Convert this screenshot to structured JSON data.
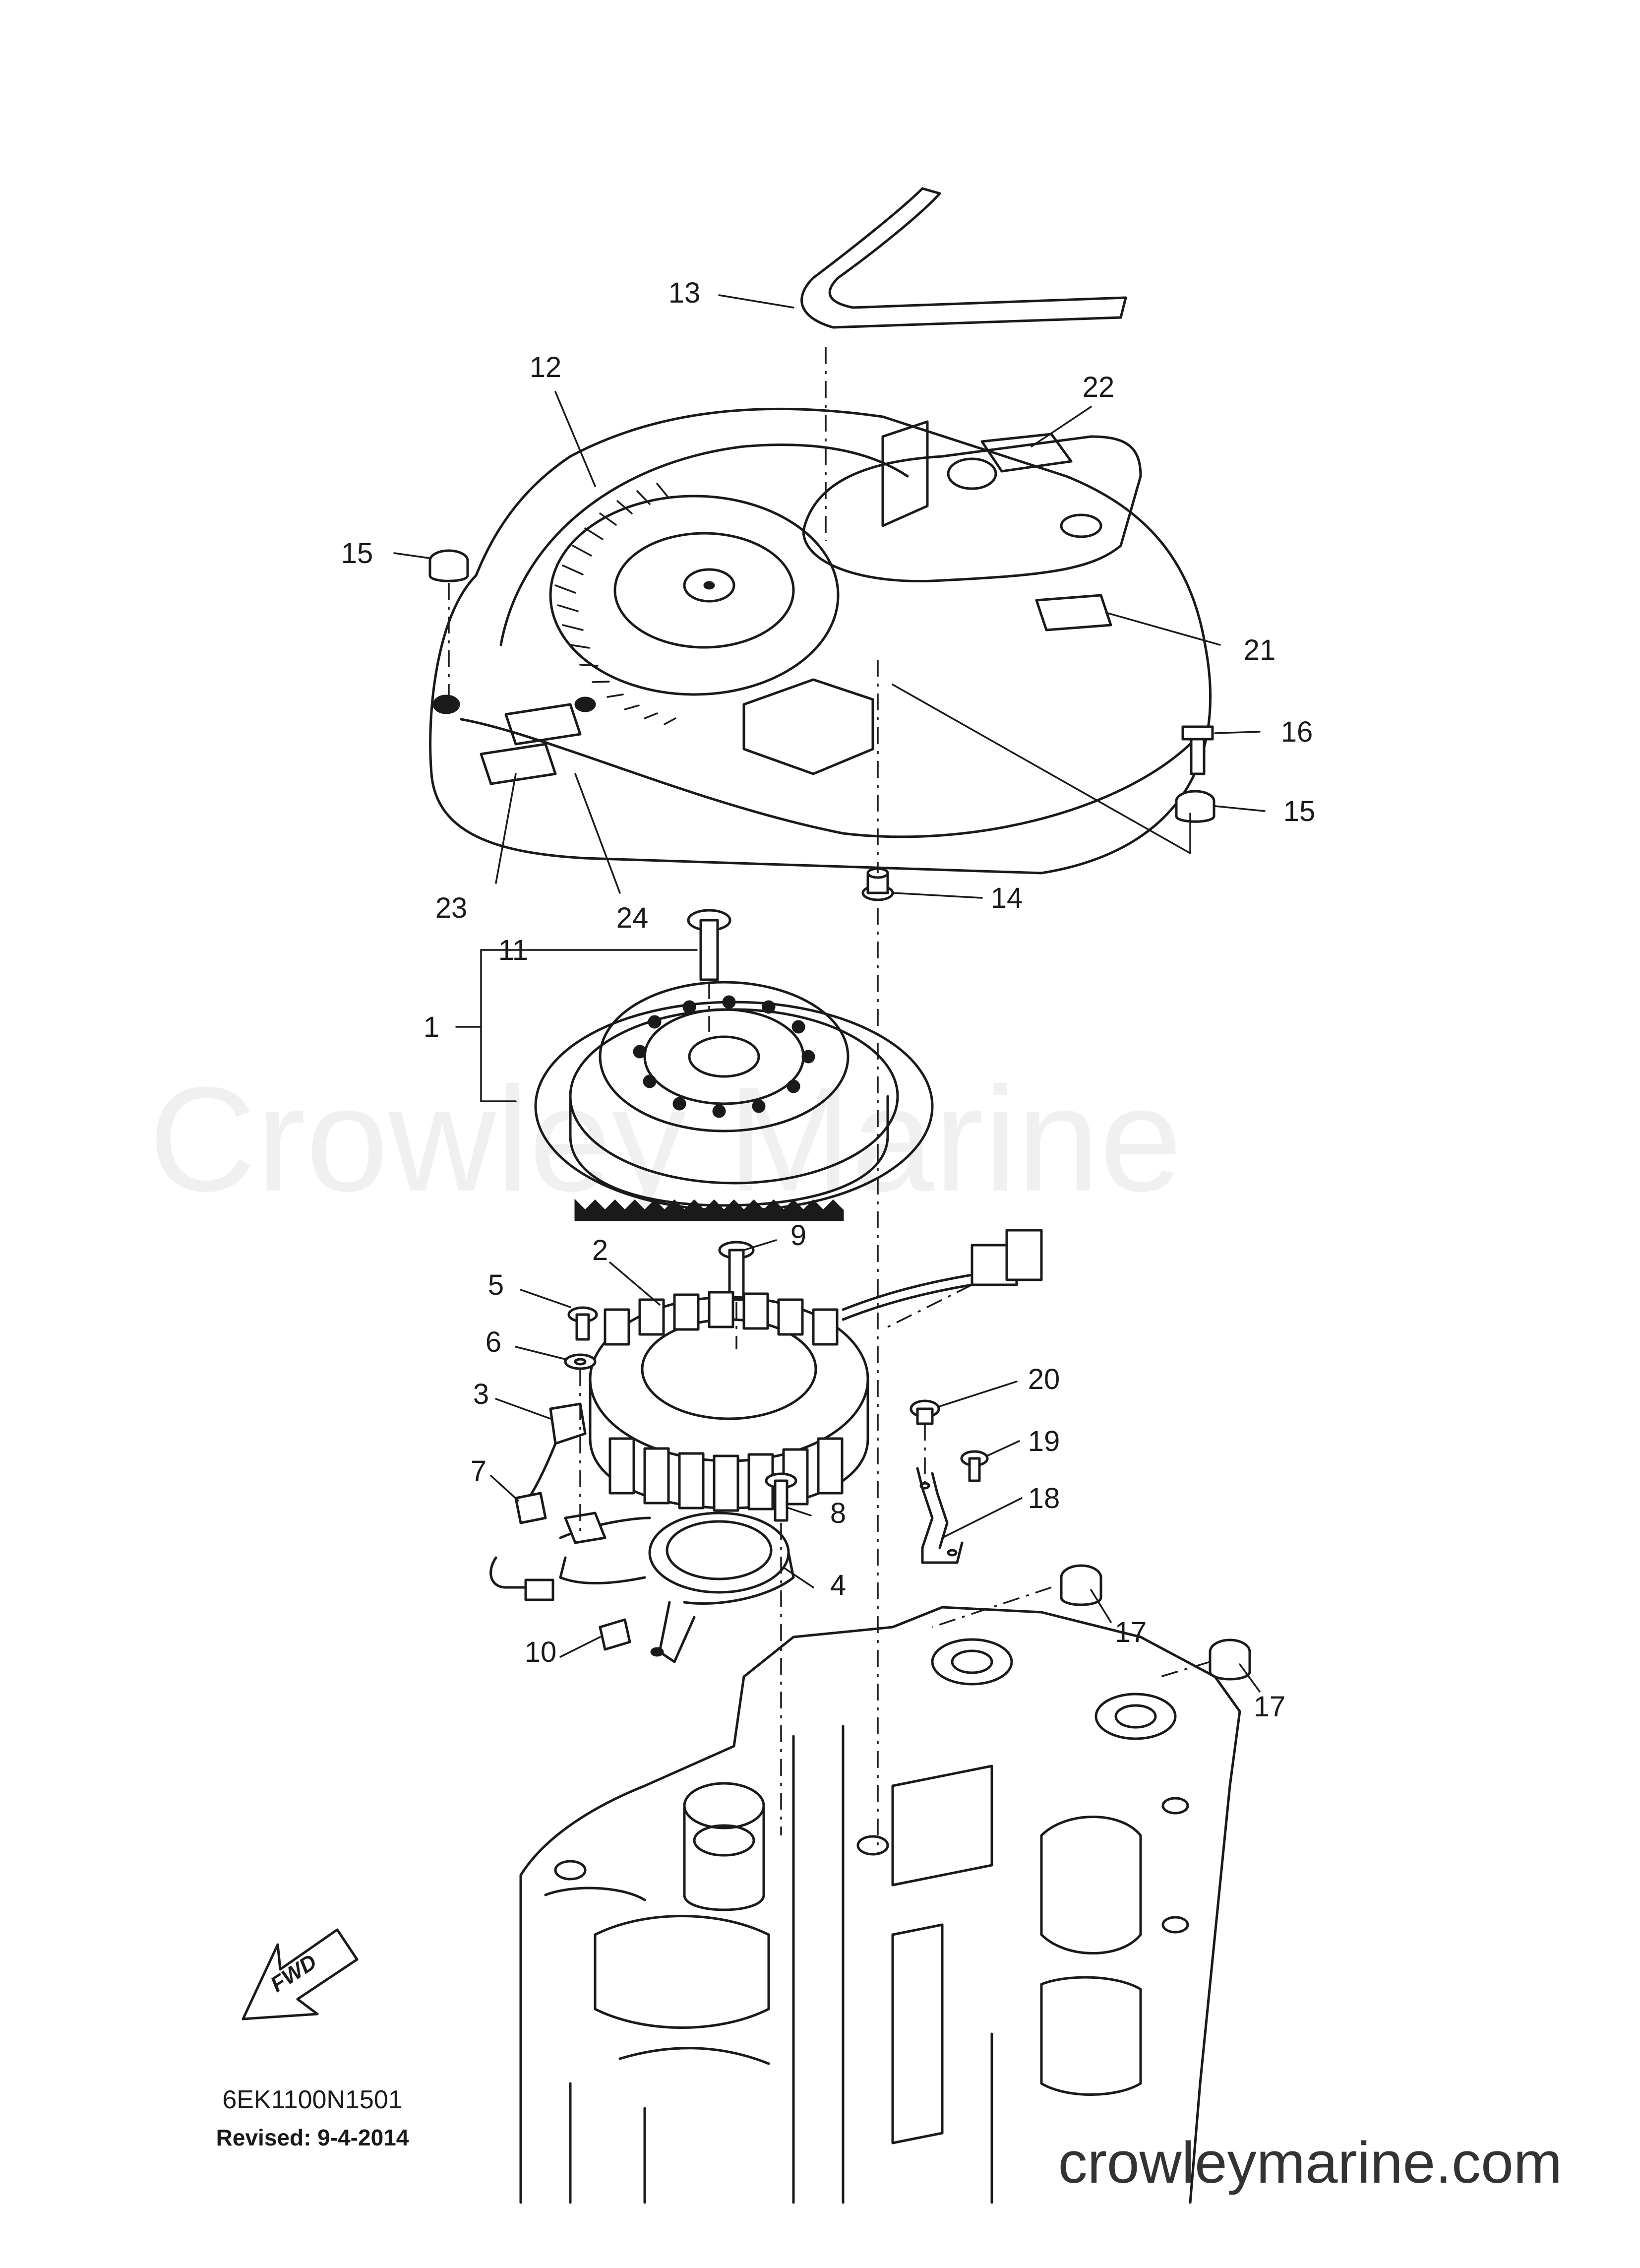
{
  "watermark": "Crowley Marine",
  "diagram_code": "6EK1100N1501",
  "revised": "Revised: 9-4-2014",
  "website": "crowleymarine.com",
  "fwd_label": "FWD",
  "callouts": [
    {
      "id": "c1",
      "label": "1"
    },
    {
      "id": "c2",
      "label": "2"
    },
    {
      "id": "c3",
      "label": "3"
    },
    {
      "id": "c4",
      "label": "4"
    },
    {
      "id": "c5",
      "label": "5"
    },
    {
      "id": "c6",
      "label": "6"
    },
    {
      "id": "c7",
      "label": "7"
    },
    {
      "id": "c8",
      "label": "8"
    },
    {
      "id": "c9",
      "label": "9"
    },
    {
      "id": "c10",
      "label": "10"
    },
    {
      "id": "c11",
      "label": "11"
    },
    {
      "id": "c12",
      "label": "12"
    },
    {
      "id": "c13",
      "label": "13"
    },
    {
      "id": "c14",
      "label": "14"
    },
    {
      "id": "c15a",
      "label": "15"
    },
    {
      "id": "c15b",
      "label": "15"
    },
    {
      "id": "c16",
      "label": "16"
    },
    {
      "id": "c17a",
      "label": "17"
    },
    {
      "id": "c17b",
      "label": "17"
    },
    {
      "id": "c18",
      "label": "18"
    },
    {
      "id": "c19",
      "label": "19"
    },
    {
      "id": "c20",
      "label": "20"
    },
    {
      "id": "c21",
      "label": "21"
    },
    {
      "id": "c22",
      "label": "22"
    },
    {
      "id": "c23",
      "label": "23"
    },
    {
      "id": "c24",
      "label": "24"
    }
  ]
}
